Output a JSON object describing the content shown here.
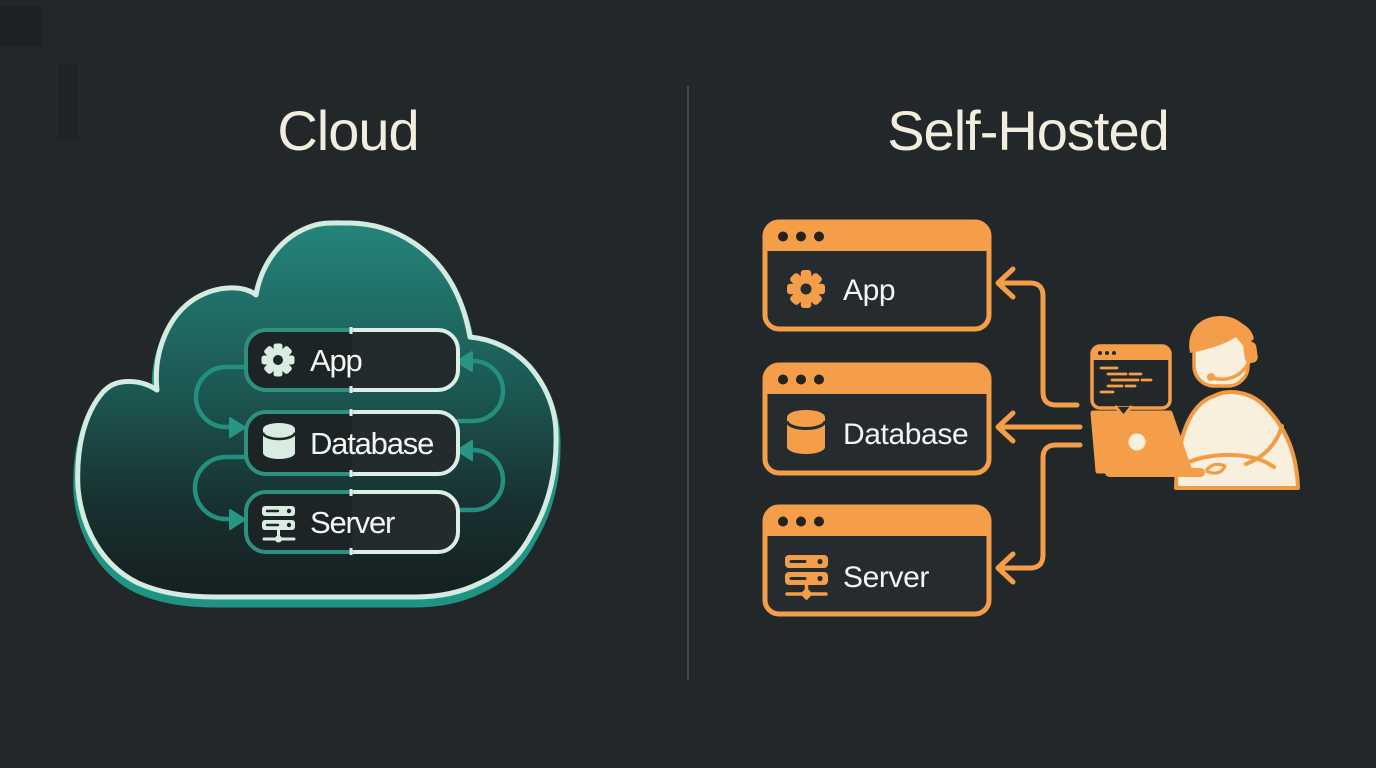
{
  "left_panel": {
    "title": "Cloud",
    "nodes": [
      {
        "label": "App",
        "icon": "gear-icon"
      },
      {
        "label": "Database",
        "icon": "database-icon"
      },
      {
        "label": "Server",
        "icon": "server-icon"
      }
    ]
  },
  "right_panel": {
    "title": "Self-Hosted",
    "windows": [
      {
        "label": "App",
        "icon": "gear-icon"
      },
      {
        "label": "Database",
        "icon": "database-icon"
      },
      {
        "label": "Server",
        "icon": "server-icon"
      }
    ]
  },
  "colors": {
    "background": "#222829",
    "divider": "#45494c",
    "title_text": "#f1eee0",
    "label_text": "#f4f6f3",
    "mint_outline": "#d4ebe1",
    "teal_accent": "#23907f",
    "cloud_gradient_top": "#24857a",
    "orange_accent": "#f49e4a",
    "window_body": "#262b30",
    "person_fill": "#f8efdc"
  }
}
